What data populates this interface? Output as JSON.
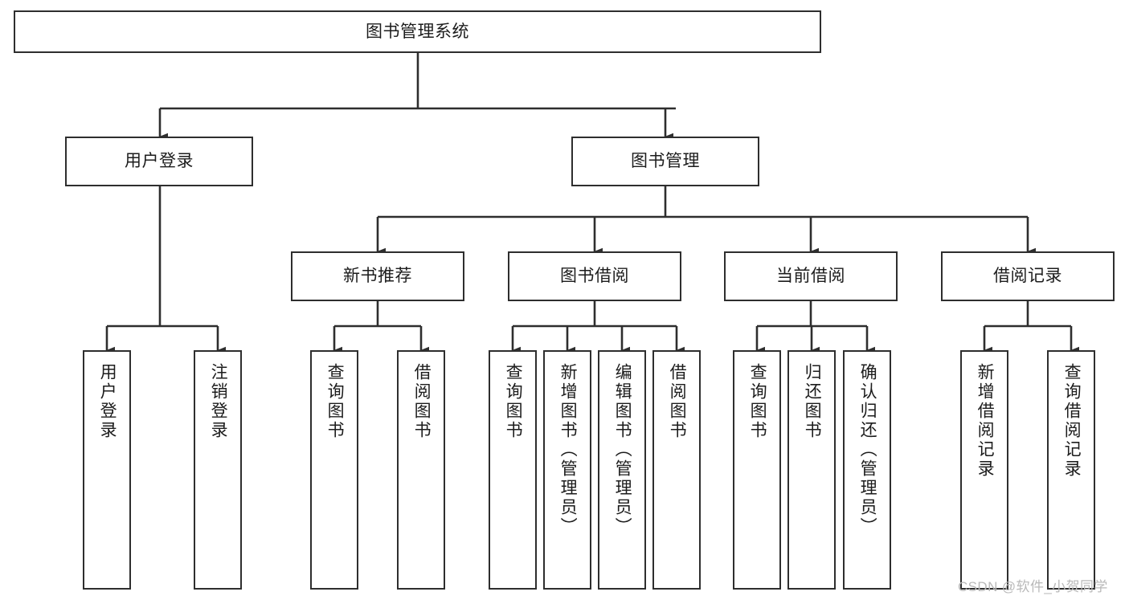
{
  "diagram": {
    "title": "图书管理系统",
    "type": "tree",
    "watermark": "CSDN @软件_小贺同学",
    "colors": {
      "stroke": "#2e2e2e",
      "fill": "#ffffff",
      "text": "#1c1c1c",
      "watermark": "#b9b9b9",
      "background": "#ffffff"
    },
    "nodes": {
      "root": {
        "label": "图书管理系统"
      },
      "level2": [
        {
          "id": "user-login",
          "label": "用户登录"
        },
        {
          "id": "book-management",
          "label": "图书管理"
        }
      ],
      "level3": [
        {
          "id": "new-book-recommend",
          "label": "新书推荐",
          "parent": "book-management"
        },
        {
          "id": "book-borrow",
          "label": "图书借阅",
          "parent": "book-management"
        },
        {
          "id": "current-borrow",
          "label": "当前借阅",
          "parent": "book-management"
        },
        {
          "id": "borrow-record",
          "label": "借阅记录",
          "parent": "book-management"
        }
      ],
      "leaves": [
        {
          "id": "leaf-user-login",
          "label": "用户登录",
          "parent": "user-login"
        },
        {
          "id": "leaf-user-logout",
          "label": "注销登录",
          "parent": "user-login"
        },
        {
          "id": "leaf-query-book-1",
          "label": "查询图书",
          "parent": "new-book-recommend"
        },
        {
          "id": "leaf-borrow-book-1",
          "label": "借阅图书",
          "parent": "new-book-recommend"
        },
        {
          "id": "leaf-query-book-2",
          "label": "查询图书",
          "parent": "book-borrow"
        },
        {
          "id": "leaf-add-book",
          "label": "新增图书（管理员）",
          "parent": "book-borrow"
        },
        {
          "id": "leaf-edit-book",
          "label": "编辑图书（管理员）",
          "parent": "book-borrow"
        },
        {
          "id": "leaf-borrow-book-2",
          "label": "借阅图书",
          "parent": "book-borrow"
        },
        {
          "id": "leaf-query-book-3",
          "label": "查询图书",
          "parent": "current-borrow"
        },
        {
          "id": "leaf-return-book",
          "label": "归还图书",
          "parent": "current-borrow"
        },
        {
          "id": "leaf-confirm-return",
          "label": "确认归还（管理员）",
          "parent": "current-borrow"
        },
        {
          "id": "leaf-add-record",
          "label": "新增借阅记录",
          "parent": "borrow-record"
        },
        {
          "id": "leaf-query-record",
          "label": "查询借阅记录",
          "parent": "borrow-record"
        }
      ]
    }
  }
}
